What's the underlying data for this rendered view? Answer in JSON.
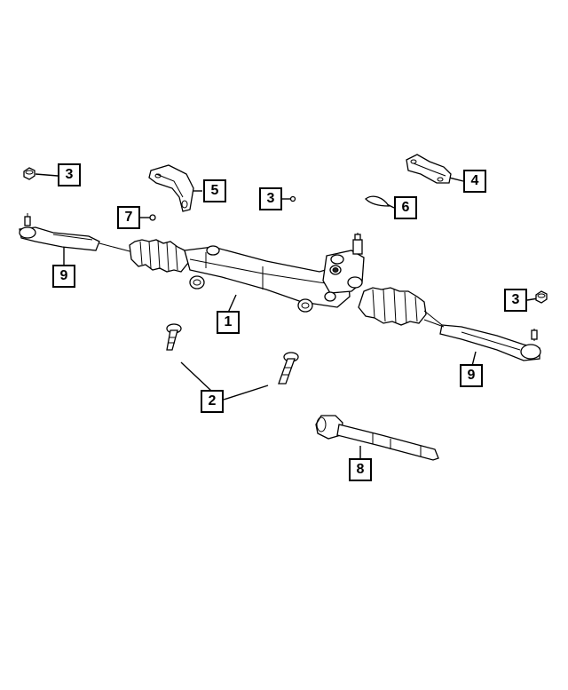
{
  "callouts": {
    "c1": "1",
    "c2": "2",
    "c3a": "3",
    "c3b": "3",
    "c3c": "3",
    "c4": "4",
    "c5": "5",
    "c6": "6",
    "c7": "7",
    "c8": "8",
    "c9a": "9",
    "c9b": "9"
  }
}
